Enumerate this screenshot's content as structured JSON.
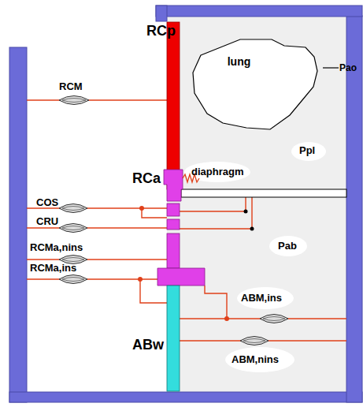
{
  "diagram": {
    "nodes": [
      {
        "text": [
          "lung"
        ]
      }
    ],
    "labels": [
      "RCp",
      "Pao",
      "Ppl",
      "diaphragm",
      "RCM",
      "RCa",
      "COS",
      "CRU",
      "RCMa,nins",
      "RCMa,ins",
      "Pab",
      "ABM,ins",
      "ABM,nins",
      "ABw"
    ]
  }
}
